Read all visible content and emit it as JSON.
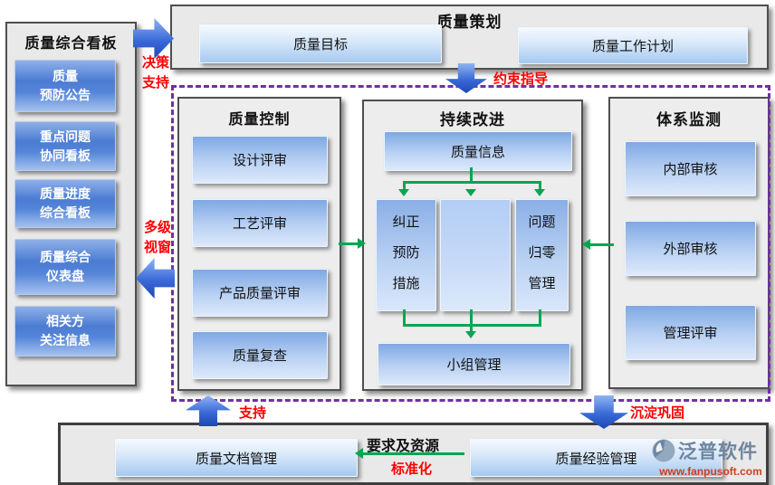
{
  "dashboard_panel": {
    "title": "质量综合看板",
    "items": [
      "质量\n预防公告",
      "重点问题\n协同看板",
      "质量进度\n综合看板",
      "质量综合\n仪表盘",
      "相关方\n关注信息"
    ]
  },
  "planning_panel": {
    "title": "质量策划",
    "buttons": [
      "质量目标",
      "质量工作计划"
    ]
  },
  "control_panel": {
    "title": "质量控制",
    "buttons": [
      "设计评审",
      "工艺评审",
      "产品质量评审",
      "质量复查"
    ]
  },
  "improve_panel": {
    "title": "持续改进",
    "top_box": "质量信息",
    "vertical_boxes": [
      "纠正\n预防\n措施",
      "",
      "问题\n归零\n管理"
    ],
    "bottom_box": "小组管理"
  },
  "monitor_panel": {
    "title": "体系监测",
    "buttons": [
      "内部审核",
      "外部审核",
      "管理评审"
    ]
  },
  "resource_panel": {
    "label": "要求及资源",
    "buttons": [
      "质量文档管理",
      "质量经验管理"
    ],
    "standardize_label": "标准化"
  },
  "flow_labels": {
    "decision_support": "决策\n支持",
    "constraint_guide": "约束指导",
    "multi_window": "多级\n视窗",
    "support": "支持",
    "consolidate": "沉淀巩固"
  },
  "logo": {
    "name": "泛普软件",
    "url": "www.fanpusoft.com"
  },
  "colors": {
    "item_blue": "#4b7cd2",
    "button_blue": "#a5c9f0",
    "flow_green": "#00a651",
    "label_red": "#ff0000",
    "dashed_purple": "#7030a0"
  }
}
